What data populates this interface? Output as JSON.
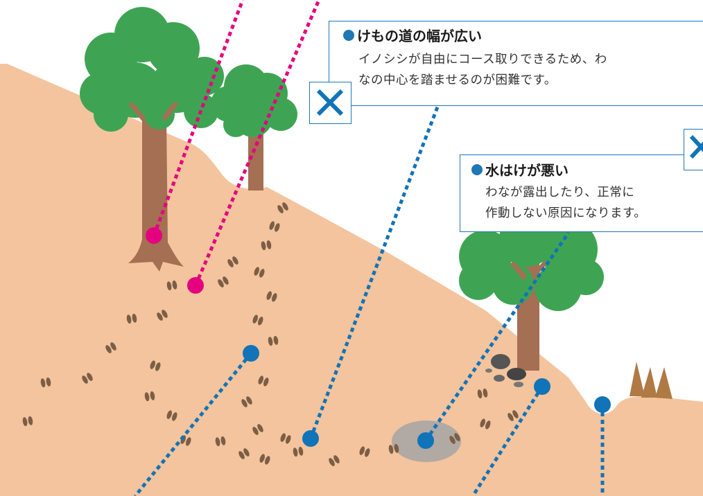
{
  "callouts": {
    "wide_path": {
      "title": "けもの道の幅が広い",
      "lines": [
        "イノシシが自由にコース取りできるため、わ",
        "なの中心を踏ませるのが困難です。"
      ]
    },
    "poor_drainage": {
      "title": "水はけが悪い",
      "lines": [
        "わなが露出したり、正常に",
        "作動しない原因になります。"
      ]
    }
  },
  "marks": {
    "x_icon": "cross-icon"
  },
  "colors": {
    "ground": "#f3c49d",
    "tree_green": "#3ea453",
    "trunk": "#a46f52",
    "pink": "#e5007f",
    "blue": "#1173b8",
    "track": "#7c5e45"
  }
}
